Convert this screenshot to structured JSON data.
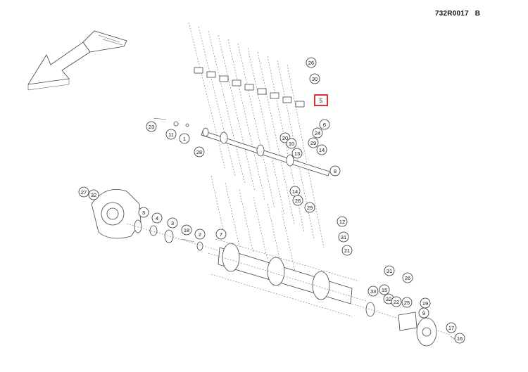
{
  "document_code": "732R0017",
  "revision": "B",
  "highlighted_callout": "5",
  "callouts": [
    "26",
    "30",
    "6",
    "24",
    "29",
    "14",
    "20",
    "10",
    "13",
    "8",
    "23",
    "11",
    "1",
    "28",
    "14",
    "26",
    "29",
    "12",
    "31",
    "21",
    "27",
    "32",
    "3",
    "4",
    "3",
    "18",
    "2",
    "7",
    "31",
    "26",
    "33",
    "15",
    "32",
    "22",
    "25",
    "19",
    "9",
    "17",
    "16"
  ],
  "colors": {
    "highlight": "#d31f26",
    "line": "#444444"
  }
}
